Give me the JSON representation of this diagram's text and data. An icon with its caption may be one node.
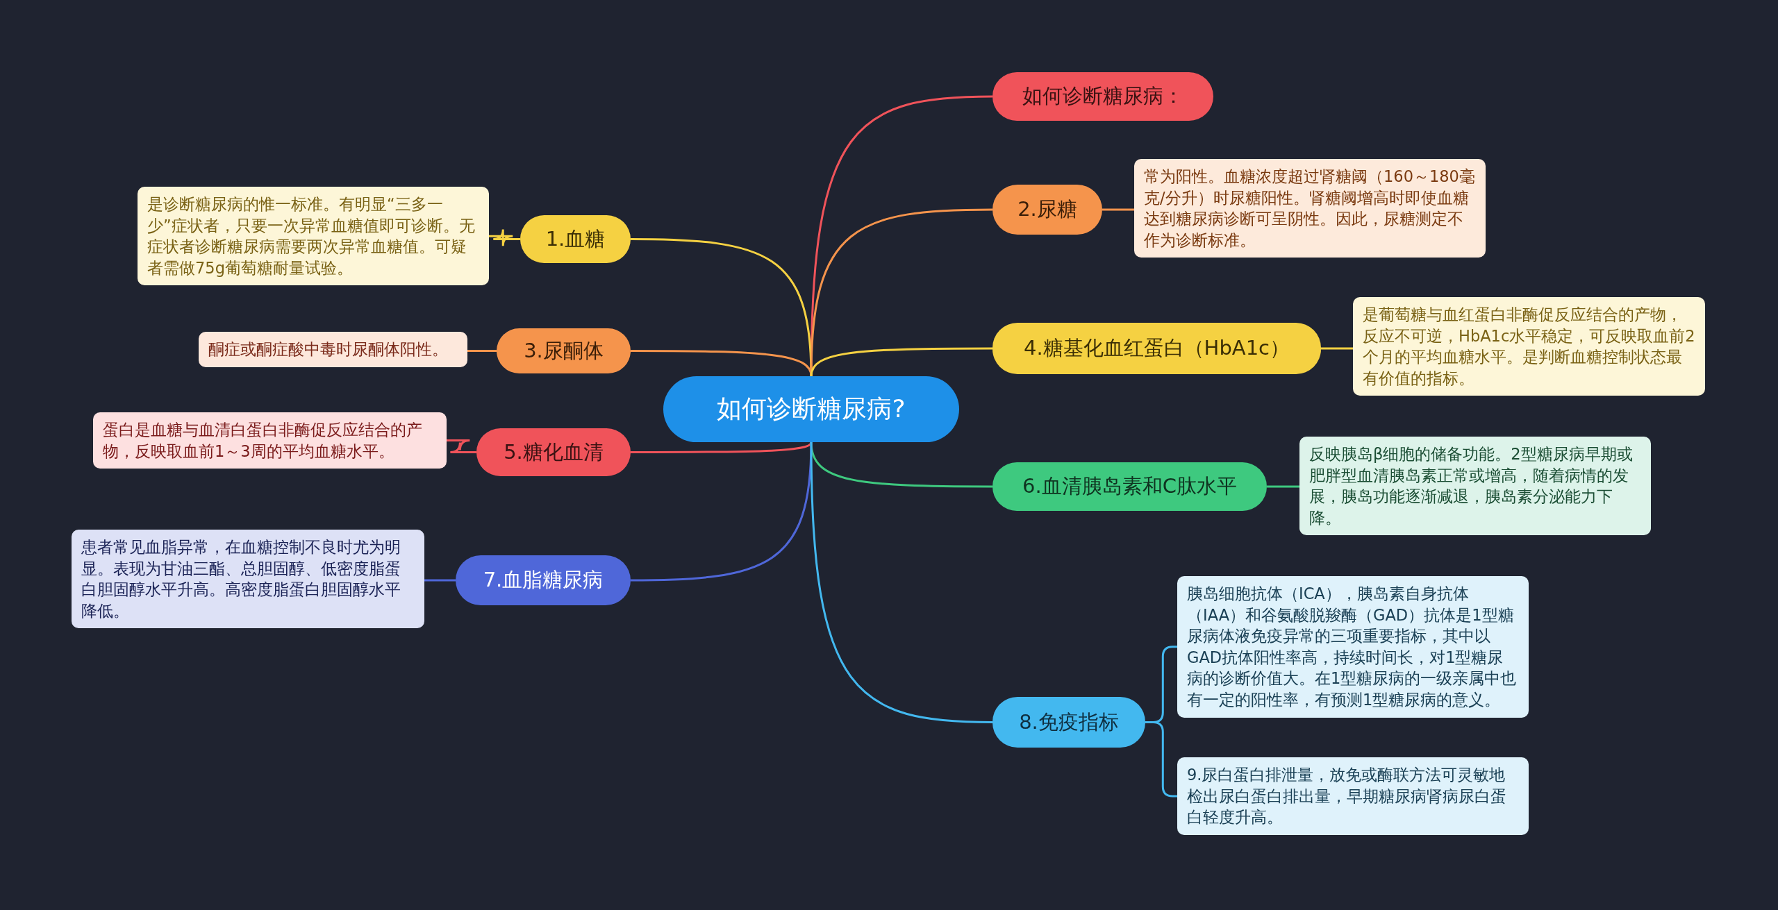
{
  "diagram": {
    "nodes": [
      {
        "text": [
          "如何诊断糖尿病?"
        ]
      },
      {
        "text": [
          "如何诊断糖尿病："
        ]
      },
      {
        "text": [
          "1.血糖"
        ]
      },
      {
        "text": [
          "是诊断糖尿病的惟一标准。有明显“三多一少”症状者，只要一次异常血糖值即可诊断。无症状者诊断糖尿病需要两次异常血糖值。可疑者需做75g葡萄糖耐量试验。"
        ]
      },
      {
        "text": [
          "2.尿糖"
        ]
      },
      {
        "text": [
          "常为阳性。血糖浓度超过肾糖阈（160～180毫克/分升）时尿糖阳性。肾糖阈增高时即使血糖达到糖尿病诊断可呈阴性。因此，尿糖测定不作为诊断标准。"
        ]
      },
      {
        "text": [
          "3.尿酮体"
        ]
      },
      {
        "text": [
          "酮症或酮症酸中毒时尿酮体阳性。"
        ]
      },
      {
        "text": [
          "4.糖基化血红蛋白（HbA1c）"
        ]
      },
      {
        "text": [
          "是葡萄糖与血红蛋白非酶促反应结合的产物，反应不可逆，HbA1c水平稳定，可反映取血前2个月的平均血糖水平。是判断血糖控制状态最有价值的指标。"
        ]
      },
      {
        "text": [
          "5.糖化血清"
        ]
      },
      {
        "text": [
          "蛋白是血糖与血清白蛋白非酶促反应结合的产物，反映取血前1～3周的平均血糖水平。"
        ]
      },
      {
        "text": [
          "6.血清胰岛素和C肽水平"
        ]
      },
      {
        "text": [
          "反映胰岛β细胞的储备功能。2型糖尿病早期或肥胖型血清胰岛素正常或增高，随着病情的发展，胰岛功能逐渐减退，胰岛素分泌能力下降。"
        ]
      },
      {
        "text": [
          "7.血脂糖尿病"
        ]
      },
      {
        "text": [
          "患者常见血脂异常，在血糖控制不良时尤为明显。表现为甘油三酯、总胆固醇、低密度脂蛋白胆固醇水平升高。高密度脂蛋白胆固醇水平降低。"
        ]
      },
      {
        "text": [
          "8.免疫指标"
        ]
      },
      {
        "text": [
          "胰岛细胞抗体（ICA），胰岛素自身抗体（IAA）和谷氨酸脱羧酶（GAD）抗体是1型糖尿病体液免疫异常的三项重要指标，其中以GAD抗体阳性率高，持续时间长，对1型糖尿病的诊断价值大。在1型糖尿病的一级亲属中也有一定的阳性率，有预测1型糖尿病的意义。"
        ]
      },
      {
        "text": [
          "9.尿白蛋白排泄量，放免或酶联方法可灵敏地检出尿白蛋白排出量，早期糖尿病肾病尿白蛋白轻度升高。"
        ]
      }
    ],
    "edges": [
      {
        "from": 0,
        "to": 1,
        "arrow": "none",
        "color": "#f0535a"
      },
      {
        "from": 0,
        "to": 2,
        "arrow": "none",
        "color": "#f5d142"
      },
      {
        "from": 0,
        "to": 4,
        "arrow": "none",
        "color": "#f5944c"
      },
      {
        "from": 0,
        "to": 6,
        "arrow": "none",
        "color": "#f5944c"
      },
      {
        "from": 0,
        "to": 8,
        "arrow": "none",
        "color": "#f5d142"
      },
      {
        "from": 0,
        "to": 10,
        "arrow": "none",
        "color": "#f0535a"
      },
      {
        "from": 0,
        "to": 12,
        "arrow": "none",
        "color": "#3ec97f"
      },
      {
        "from": 0,
        "to": 14,
        "arrow": "none",
        "color": "#4f67d9"
      },
      {
        "from": 0,
        "to": 16,
        "arrow": "none",
        "color": "#43b8ef"
      },
      {
        "from": 2,
        "to": 3,
        "arrow": "none",
        "color": "#f5d142"
      },
      {
        "from": 4,
        "to": 5,
        "arrow": "none",
        "color": "#f5944c"
      },
      {
        "from": 6,
        "to": 7,
        "arrow": "none",
        "color": "#f5944c"
      },
      {
        "from": 8,
        "to": 9,
        "arrow": "none",
        "color": "#f5d142"
      },
      {
        "from": 10,
        "to": 11,
        "arrow": "none",
        "color": "#f0535a"
      },
      {
        "from": 12,
        "to": 13,
        "arrow": "none",
        "color": "#3ec97f"
      },
      {
        "from": 14,
        "to": 15,
        "arrow": "none",
        "color": "#4f67d9"
      },
      {
        "from": 16,
        "to": 17,
        "arrow": "none",
        "color": "#43b8ef"
      },
      {
        "from": 16,
        "to": 18,
        "arrow": "none",
        "color": "#43b8ef"
      }
    ]
  }
}
